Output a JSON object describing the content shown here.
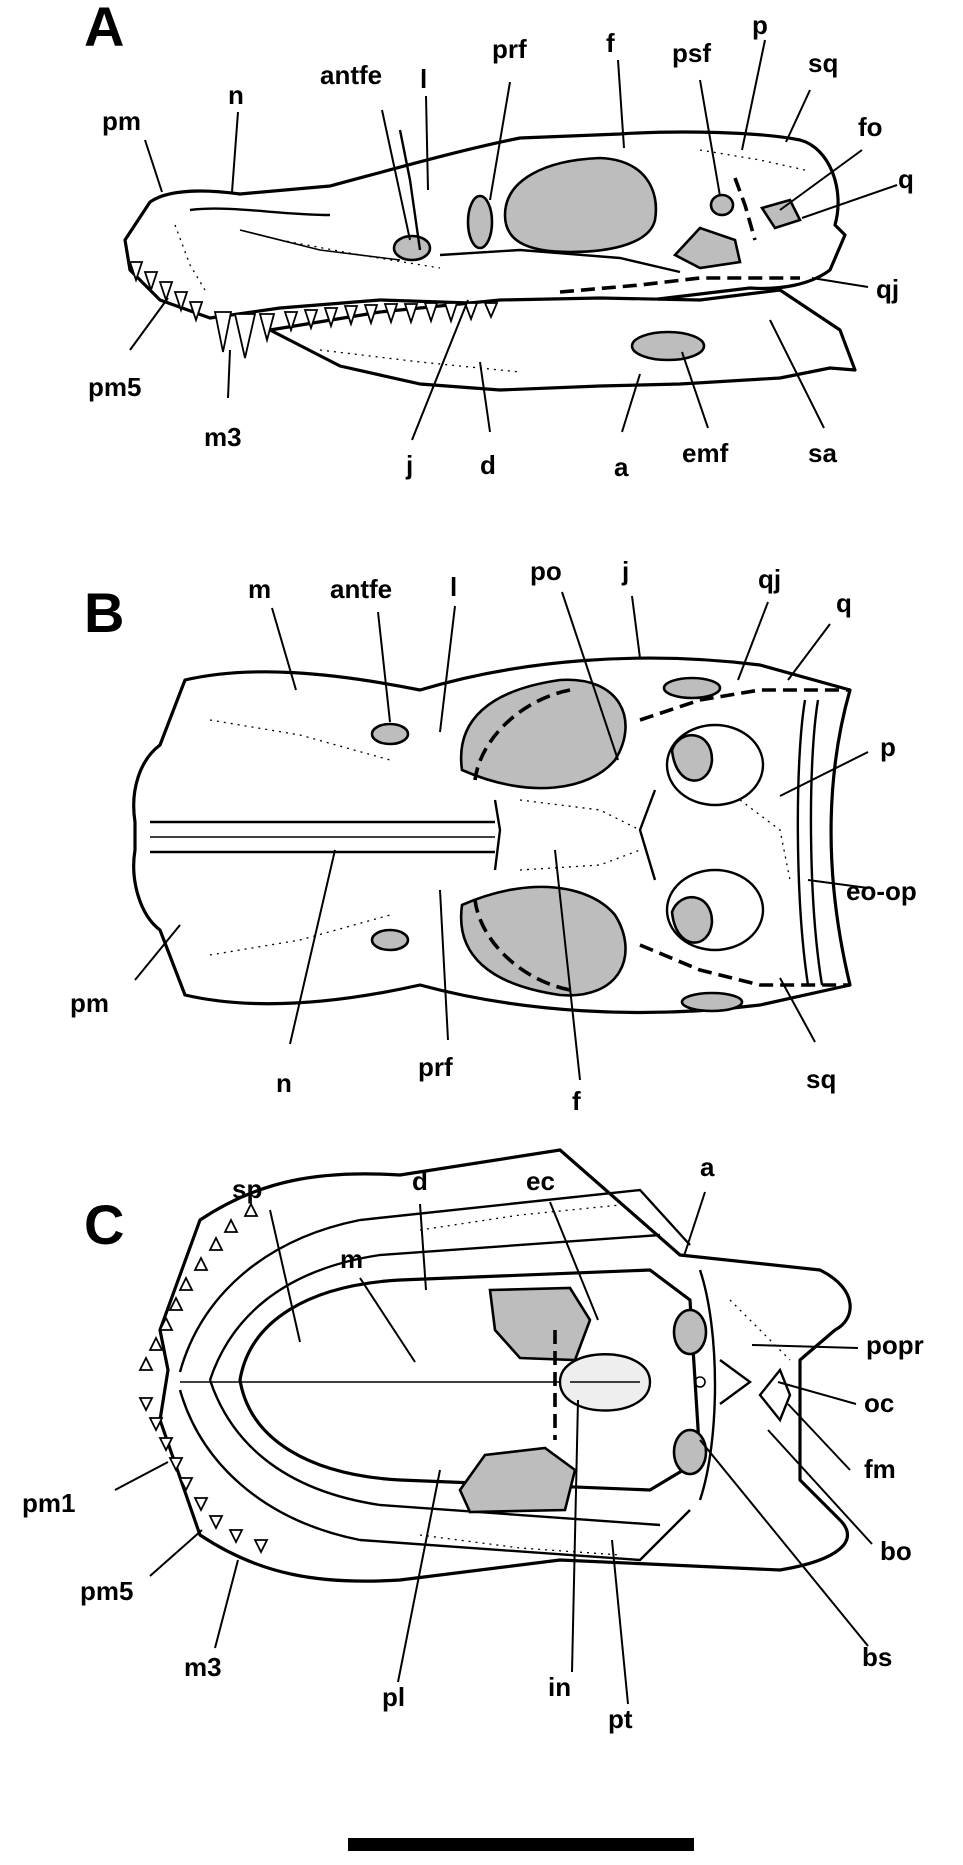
{
  "panels": [
    {
      "letter": "A",
      "labels": [
        "pm",
        "n",
        "antfe",
        "l",
        "prf",
        "f",
        "psf",
        "p",
        "sq",
        "fo",
        "q",
        "qj",
        "sa",
        "emf",
        "a",
        "d",
        "j",
        "m3",
        "pm5"
      ]
    },
    {
      "letter": "B",
      "labels": [
        "m",
        "antfe",
        "l",
        "po",
        "j",
        "qj",
        "q",
        "p",
        "eo-op",
        "sq",
        "f",
        "prf",
        "n",
        "pm"
      ]
    },
    {
      "letter": "C",
      "labels": [
        "sp",
        "m",
        "d",
        "ec",
        "a",
        "popr",
        "oc",
        "fm",
        "bo",
        "bs",
        "pt",
        "in",
        "pl",
        "m3",
        "pm5",
        "pm1"
      ]
    }
  ],
  "colors": {
    "fenestra_fill": "#bdbdbd",
    "line": "#000000",
    "background": "#ffffff"
  }
}
